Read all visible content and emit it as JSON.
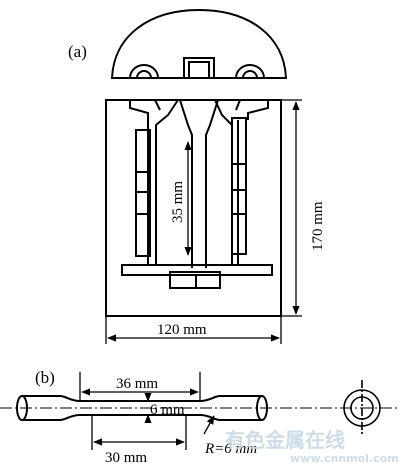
{
  "panel_a": {
    "label": "(a)",
    "dim_height": "35 mm",
    "dim_total_height": "170 mm",
    "dim_width": "120 mm"
  },
  "panel_b": {
    "label": "(b)",
    "dim_gauge_length": "36 mm",
    "dim_diameter": "6 mm",
    "dim_parallel": "30 mm",
    "dim_radius": "R=6 mm"
  },
  "watermark": {
    "line1": "有色金属在线",
    "line2": "www.cnnmol.com"
  }
}
